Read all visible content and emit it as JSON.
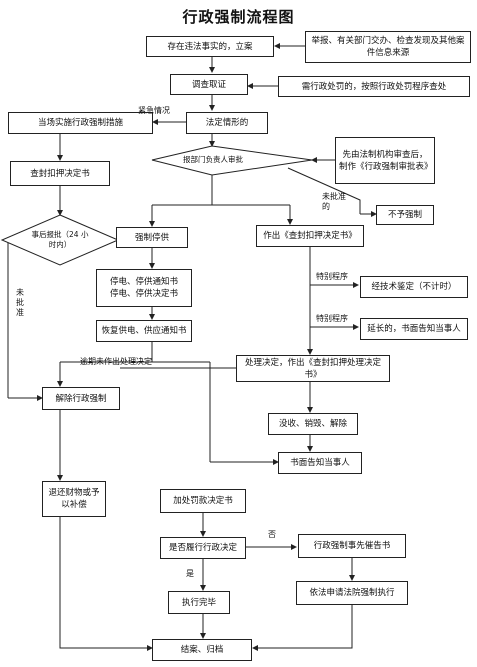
{
  "title": "行政强制流程图",
  "boxes": {
    "illegal": "存在违法事实的，立案",
    "sources": "举报、有关部门交办、检查发现及其他案件信息来源",
    "investigate": "调查取证",
    "penalty": "需行政处罚的，按照行政处罚程序查处",
    "onsite": "当场实施行政强制措施",
    "statutory": "法定情形的",
    "legal_review": "先由法制机构审查后，制作《行政强制审批表》",
    "seal_left": "查封扣押决定书",
    "no_force": "不予强制",
    "supply_stop": "强制停供",
    "seal_issue": "作出《查封扣押决定书》",
    "notice_stop": "停电、停供通知书\n停电、停供决定书",
    "tech": "经技术鉴定（不计时）",
    "restore": "恢复供电、供应通知书",
    "extend": "延长的，书面告知当事人",
    "decide": "处理决定，作出《查封扣押处理决定书》",
    "release": "解除行政强制",
    "confiscate": "没收、销毁、解除",
    "notify": "书面告知当事人",
    "refund": "退还财物或予以补偿",
    "fine": "加处罚款决定书",
    "perform": "是否履行行政决定",
    "warning": "行政强制事先催告书",
    "done": "执行完毕",
    "court": "依法申请法院强制执行",
    "archive": "结案、归档"
  },
  "diamonds": {
    "approve": "报部门负责人审批",
    "report": "事后报批（24 小时内）"
  },
  "labels": {
    "urgent": "紧急情况",
    "not_approved_right": "未批准的",
    "not_approved_left": "未批准",
    "special1": "特别程序",
    "special2": "特别程序",
    "overdue": "逾期未作出处理决定",
    "no": "否",
    "yes": "是"
  }
}
